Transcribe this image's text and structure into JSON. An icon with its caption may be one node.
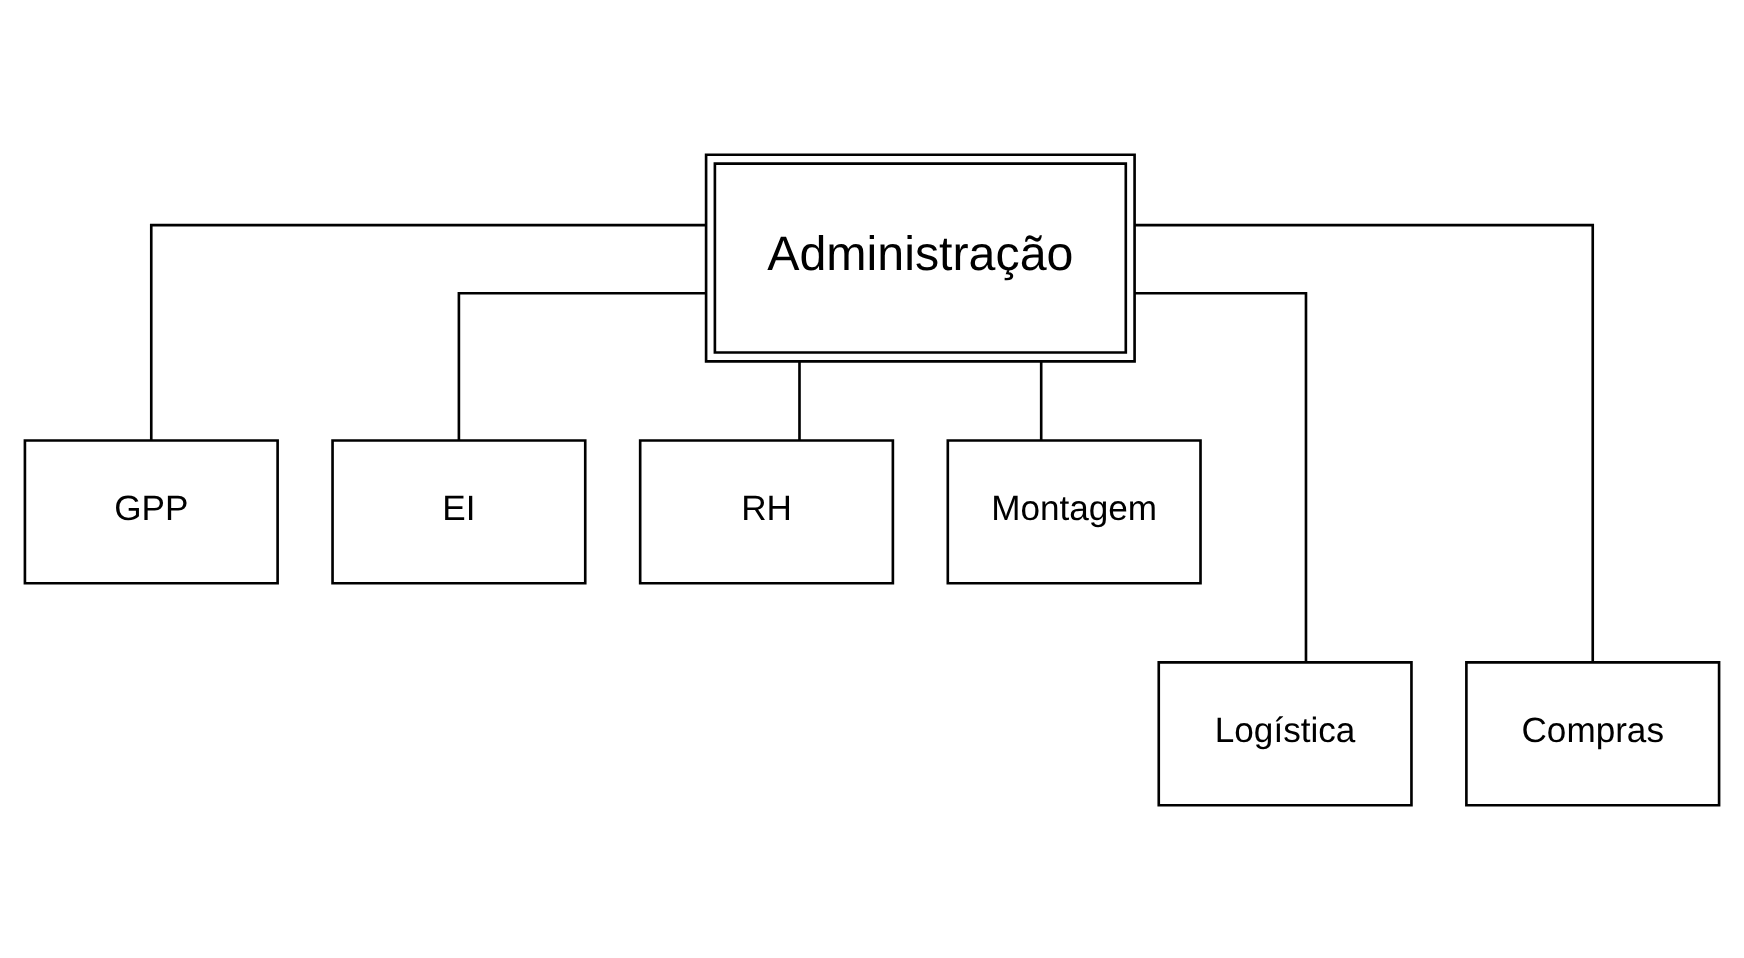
{
  "diagram": {
    "nodes": [
      {
        "text": [
          "Administração"
        ]
      },
      {
        "text": [
          "GPP"
        ]
      },
      {
        "text": [
          "EI"
        ]
      },
      {
        "text": [
          "RH"
        ]
      },
      {
        "text": [
          "Montagem"
        ]
      },
      {
        "text": [
          "Logística"
        ]
      },
      {
        "text": [
          "Compras"
        ]
      }
    ],
    "edges": [
      {
        "from": 0,
        "to": 1,
        "arrow": "none"
      },
      {
        "from": 0,
        "to": 5,
        "arrow": "none"
      },
      {
        "from": 0,
        "to": 2,
        "arrow": "none"
      },
      {
        "from": 0,
        "to": 3,
        "arrow": "none"
      },
      {
        "from": 0,
        "to": 6,
        "arrow": "none"
      },
      {
        "from": 0,
        "to": 4,
        "arrow": "none"
      }
    ]
  }
}
